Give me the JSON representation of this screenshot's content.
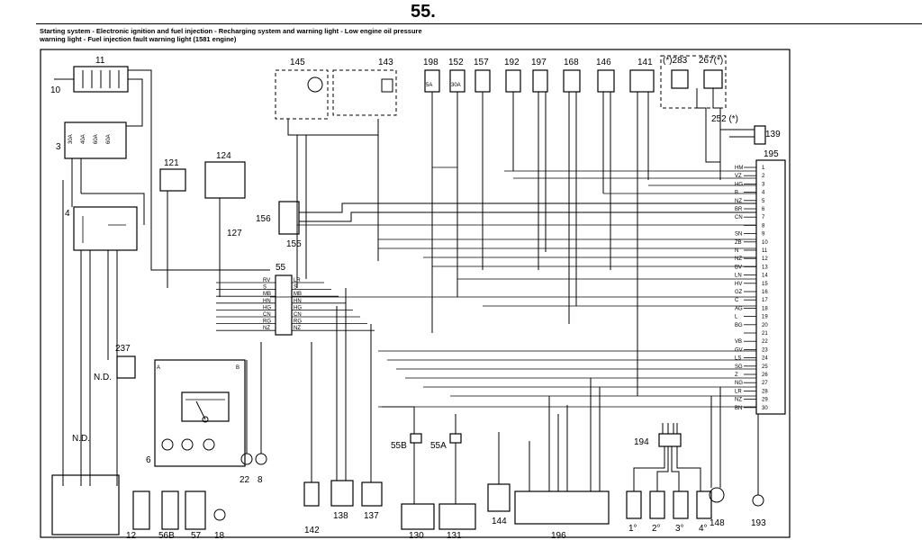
{
  "page_number": "55.",
  "caption": {
    "line1": "Starting system - Electronic ignition and fuel injection - Recharging system and warning light - Low engine oil pressure",
    "line2": "warning light - Fuel injection fault warning light (1581 engine)"
  },
  "component_labels": {
    "c11": "11",
    "c10": "10",
    "c3": "3",
    "c4": "4",
    "c121": "121",
    "c124": "124",
    "c127": "127",
    "c145": "145",
    "c143": "143",
    "c198": "198",
    "c152": "152",
    "c157": "157",
    "c192": "192",
    "c197": "197",
    "c168": "168",
    "c146": "146",
    "c141": "141",
    "c283": "(*)283",
    "c267": "267(*)",
    "c252": "252 (*)",
    "c139": "139",
    "c195": "195",
    "c156": "156",
    "c155": "155",
    "c55": "55",
    "c237": "237",
    "c6": "6",
    "c22": "22",
    "c8": "8",
    "c142": "142",
    "c138": "138",
    "c137": "137",
    "c55B": "55B",
    "c55A": "55A",
    "c130": "130",
    "c131": "131",
    "c144": "144",
    "c196": "196",
    "c194": "194",
    "c148": "148",
    "c193": "193",
    "c12": "12",
    "c56B": "56B",
    "c57": "57",
    "c18": "18"
  },
  "fuses": [
    "30A",
    "40A",
    "60A",
    "60A"
  ],
  "fuse_labels": {
    "f198": "5A",
    "f152": "30A"
  },
  "annotations": {
    "nd1": "N.D.",
    "nd2": "N.D.",
    "gauge_B": "B",
    "gauge_A": "A"
  },
  "connector_55_left": [
    "RV",
    "S",
    "MB",
    "HN",
    "HG",
    "CN",
    "RG",
    "NZ"
  ],
  "connector_55_right": [
    "LR",
    "S",
    "MB",
    "HN",
    "HG",
    "CN",
    "RG",
    "NZ"
  ],
  "ecu_195_pins": [
    "HM",
    "VZ",
    "HG",
    "B",
    "NZ",
    "BR",
    "CN",
    "",
    "SN",
    "ZB",
    "N",
    "NZ",
    "BV",
    "LN",
    "HV",
    "GZ",
    "C",
    "AG",
    "L",
    "BG",
    "",
    "VB",
    "GV",
    "LS",
    "SG",
    "Z",
    "NG",
    "LR",
    "NZ",
    "BN"
  ],
  "coil_positions": [
    "1°",
    "2°",
    "3°",
    "4°"
  ]
}
